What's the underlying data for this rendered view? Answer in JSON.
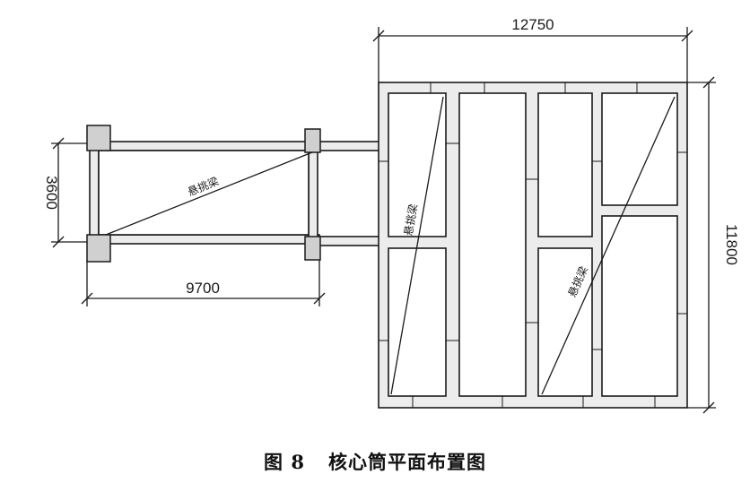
{
  "diagram": {
    "dimensions": {
      "top_width": "12750",
      "right_height": "11800",
      "left_height": "3600",
      "bottom_width": "9700"
    },
    "beam_labels": {
      "corridor": "悬挑梁",
      "core_left": "悬挑梁",
      "core_right": "悬挑梁"
    }
  },
  "caption": {
    "figure_number": "图 8",
    "title": "核心筒平面布置图"
  }
}
